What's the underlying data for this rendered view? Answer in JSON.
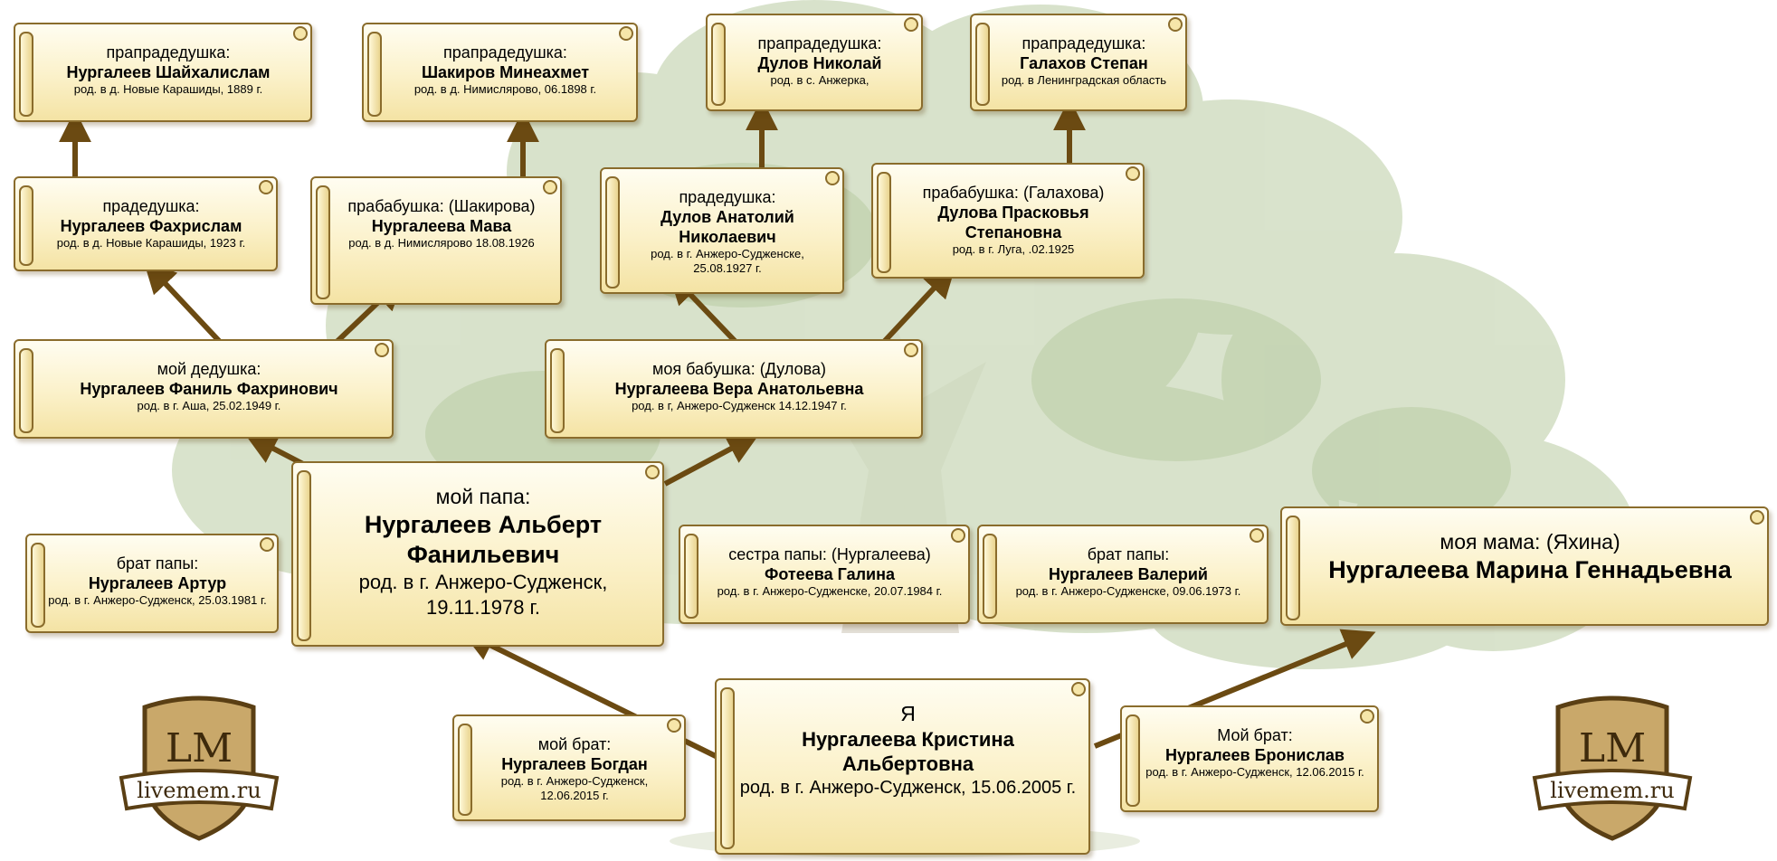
{
  "colors": {
    "arrow": "#6b4a12",
    "card_border": "#8a6c2c",
    "tree_leaf": "#c9d8b6",
    "tree_trunk": "#d8d2c6"
  },
  "logo": {
    "text": "livemem.ru",
    "monogram": "LM"
  },
  "cards": {
    "ggf_nurgaleev": {
      "role": "прапрадедушка:",
      "name": "Нургалеев Шайхалислам",
      "birth": "род. в д. Новые Карашиды, 1889 г."
    },
    "ggf_shakirov": {
      "role": "прапрадедушка:",
      "name": "Шакиров Минеахмет",
      "birth": "род. в д. Нимислярово, 06.1898 г."
    },
    "ggf_dulov": {
      "role": "прапрадедушка:",
      "name": "Дулов Николай",
      "birth": "род. в с. Анжерка,"
    },
    "ggf_galakhov": {
      "role": "прапрадедушка:",
      "name": "Галахов Степан",
      "birth": "род. в Ленинградская область"
    },
    "gf_fakhrislam": {
      "role": "прадедушка:",
      "name": "Нургалеев Фахрислам",
      "birth": "род. в д. Новые Карашиды, 1923 г."
    },
    "gm_mava": {
      "role": "прабабушка: (Шакирова)",
      "name": "Нургалеева Мава",
      "birth": "род. в д. Нимислярово 18.08.1926"
    },
    "gf_anatoly": {
      "role": "прадедушка:",
      "name": "Дулов Анатолий Николаевич",
      "birth": "род. в г. Анжеро-Судженске, 25.08.1927 г."
    },
    "gm_praskovya": {
      "role": "прабабушка: (Галахова)",
      "name": "Дулова Прасковья Степановна",
      "birth": "род. в г. Луга, .02.1925"
    },
    "grandpa": {
      "role": "мой дедушка:",
      "name": "Нургалеев Фаниль Фахринович",
      "birth": "род. в г. Аша, 25.02.1949 г."
    },
    "grandma": {
      "role": "моя бабушка: (Дулова)",
      "name": "Нургалеева Вера Анатольевна",
      "birth": "род. в г, Анжеро-Судженск 14.12.1947 г."
    },
    "uncle_artur": {
      "role": "брат папы:",
      "name": "Нургалеев Артур",
      "birth": "род. в г. Анжеро-Судженск, 25.03.1981 г."
    },
    "father": {
      "role": "мой папа:",
      "name": "Нургалеев Альберт Фанильевич",
      "birth": "род. в г. Анжеро-Судженск, 19.11.1978 г."
    },
    "aunt_galina": {
      "role": "сестра папы: (Нургалеева)",
      "name": "Фотеева Галина",
      "birth": "род. в г. Анжеро-Судженске, 20.07.1984 г."
    },
    "uncle_valery": {
      "role": "брат папы:",
      "name": "Нургалеев Валерий",
      "birth": "род. в г. Анжеро-Судженске, 09.06.1973 г."
    },
    "mother": {
      "role": "моя мама: (Яхина)",
      "name": "Нургалеева Марина Геннадьевна",
      "birth": ""
    },
    "brother_bogdan": {
      "role": "мой брат:",
      "name": "Нургалеев Богдан",
      "birth": "род. в г. Анжеро-Судженск, 12.06.2015 г."
    },
    "me": {
      "role": "Я",
      "name": "Нургалеева Кристина Альбертовна",
      "birth": "род. в г. Анжеро-Судженск, 15.06.2005 г."
    },
    "brother_bronislav": {
      "role": "Мой брат:",
      "name": "Нургалеев Бронислав",
      "birth": "род. в г. Анжеро-Судженск, 12.06.2015 г."
    }
  }
}
